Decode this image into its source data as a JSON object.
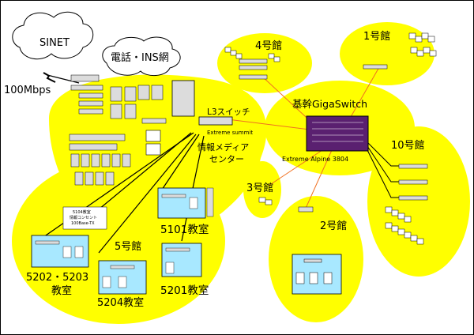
{
  "labels": {
    "sinet": "SINET",
    "bandwidth": "100Mbps",
    "phone_ins": "電話・INS網",
    "l3_switch": "L3スイッチ",
    "l3_switch_model": "Extreme summit",
    "info_media_center": "情報メディア\nセンター",
    "backbone_switch": "基幹GigaSwitch",
    "backbone_model": "Extreme Alpine 3804",
    "building_4": "4号館",
    "building_1": "1号館",
    "building_10": "10号館",
    "building_3": "3号館",
    "building_2": "2号館",
    "building_5": "5号館",
    "room_5101": "5101教室",
    "room_5201": "5201教室",
    "room_5202_5203": "5202・5203\n教室",
    "room_5204": "5204教室",
    "room_5104_note": "5104教室\n情報コンセント\n100Base-TX"
  },
  "colors": {
    "zone_fill": "#ffff00",
    "backbone_fill": "#5a2070",
    "backbone_line": "#f07020",
    "center_line": "#000000",
    "device_fill": "#dcdcdc",
    "screen_fill": "#a8e8ff"
  }
}
